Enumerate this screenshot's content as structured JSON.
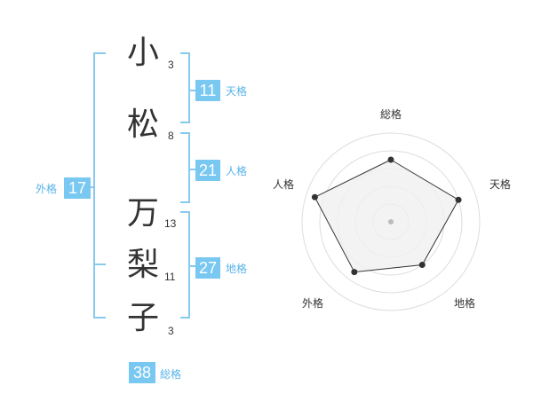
{
  "name": {
    "characters": [
      {
        "char": "小",
        "strokes": "3"
      },
      {
        "char": "松",
        "strokes": "8"
      },
      {
        "char": "万",
        "strokes": "13"
      },
      {
        "char": "梨",
        "strokes": "11"
      },
      {
        "char": "子",
        "strokes": "3"
      }
    ]
  },
  "fortune": {
    "tenkaku": {
      "value": "11",
      "label": "天格"
    },
    "jinkaku": {
      "value": "21",
      "label": "人格"
    },
    "chikaku": {
      "value": "27",
      "label": "地格"
    },
    "gaikaku": {
      "value": "17",
      "label": "外格"
    },
    "soukaku": {
      "value": "38",
      "label": "総格"
    }
  },
  "radar": {
    "labels": {
      "top": "総格",
      "right": "天格",
      "bottom_right": "地格",
      "bottom_left": "外格",
      "left": "人格"
    },
    "levels": 5,
    "scores": [
      3.5,
      4.0,
      3.0,
      3.5,
      4.5
    ],
    "axes_order": [
      "総格",
      "天格",
      "地格",
      "外格",
      "人格"
    ],
    "colors": {
      "ring": "#dddddd",
      "fill": "#f0f0f0",
      "stroke": "#333333",
      "dot": "#333333",
      "center": "#bbbbbb"
    }
  },
  "colors": {
    "accent": "#79c8f2",
    "bracket": "#88c9ee",
    "label": "#58b3e8"
  }
}
